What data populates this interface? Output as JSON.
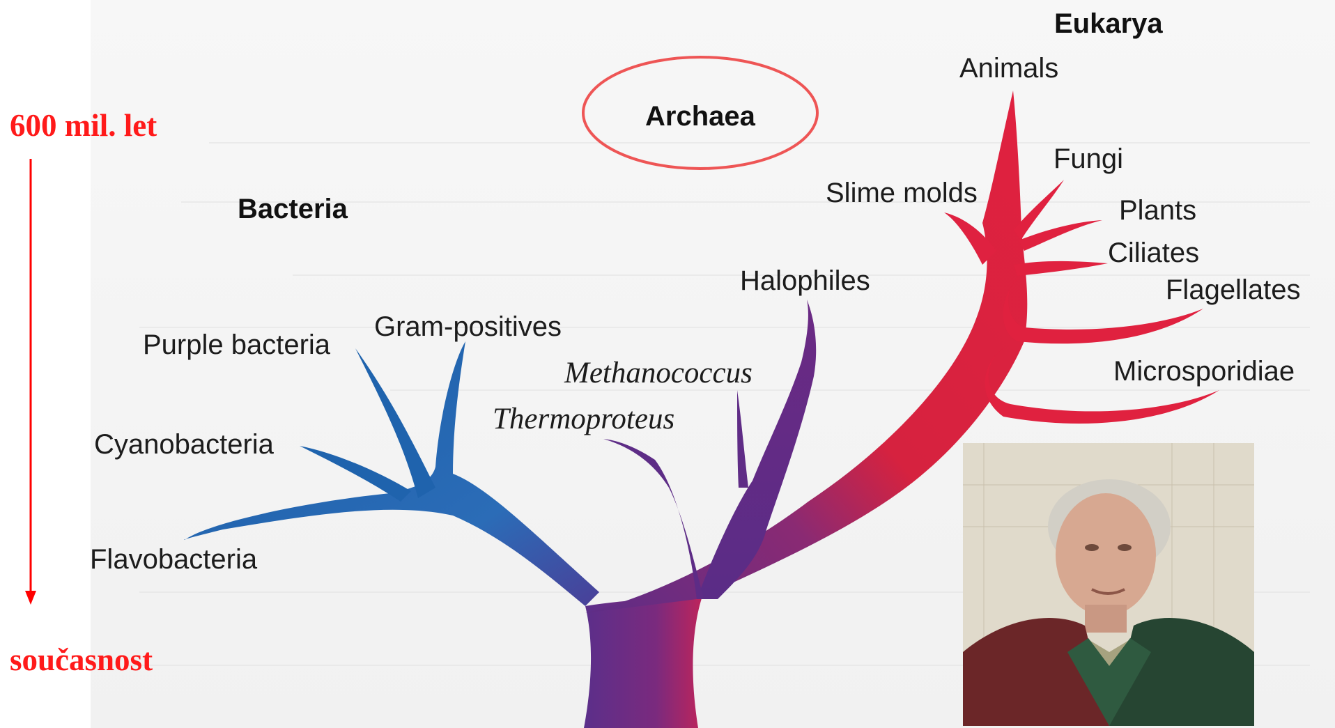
{
  "timeline": {
    "top_label": "600 mil. let",
    "bottom_label": "současnost",
    "color": "#ff0000"
  },
  "groups": {
    "bacteria": "Bacteria",
    "archaea": "Archaea",
    "eukarya": "Eukarya"
  },
  "bacteria_branches": {
    "purple_bacteria": "Purple bacteria",
    "gram_positives": "Gram-positives",
    "cyanobacteria": "Cyanobacteria",
    "flavobacteria": "Flavobacteria"
  },
  "archaea_branches": {
    "halophiles": "Halophiles",
    "methanococcus": "Methanococcus",
    "thermoproteus": "Thermoproteus"
  },
  "eukarya_branches": {
    "animals": "Animals",
    "fungi": "Fungi",
    "slime_molds": "Slime molds",
    "plants": "Plants",
    "ciliates": "Ciliates",
    "flagellates": "Flagellates",
    "microsporidiae": "Microsporidiae"
  },
  "colors": {
    "bacteria": "#1f63ad",
    "archaea": "#6a2a84",
    "eukarya": "#e0213f",
    "highlight_ring": "#ee5555"
  }
}
